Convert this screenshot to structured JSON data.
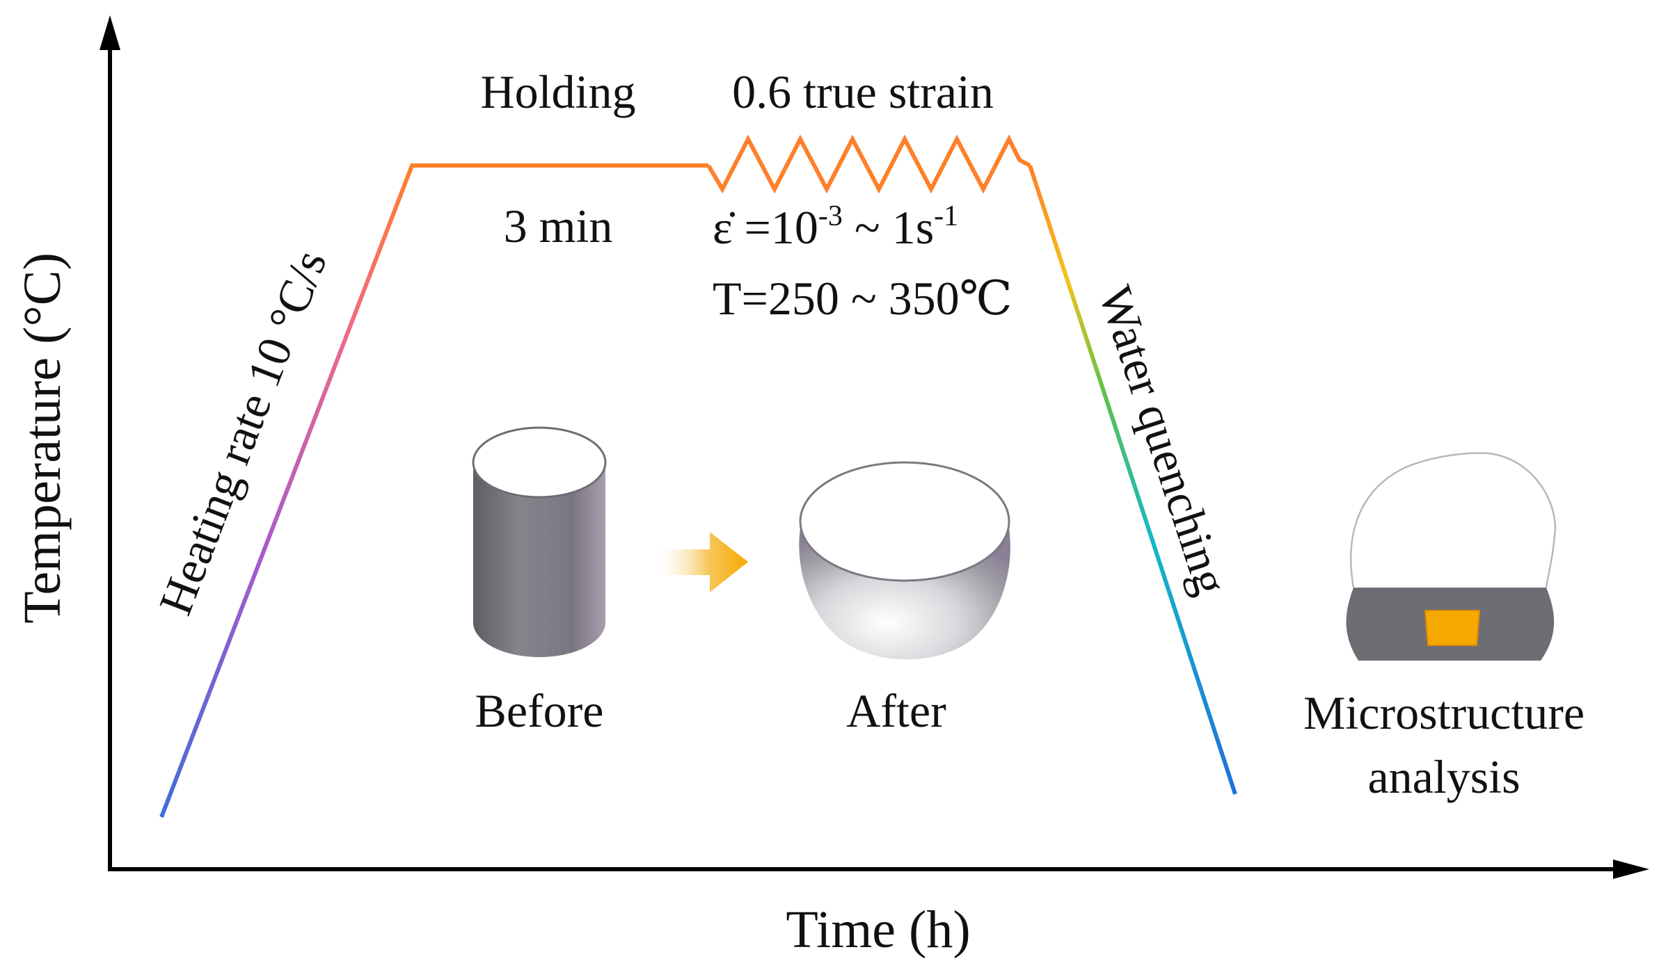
{
  "axes": {
    "y_label": "Temperature (°C)",
    "x_label": "Time (h)"
  },
  "stages": {
    "heating": "Heating rate 10 °C/s",
    "holding_title": "Holding",
    "holding_time": "3 min",
    "deformation_title": "0.6 true strain",
    "strain_rate": {
      "symbol": "ε̇ =10",
      "exp1": "-3",
      "mid": " ~ 1s",
      "exp2": "-1"
    },
    "temperature": "T=250 ~ 350℃",
    "quenching": "Water quenching"
  },
  "specimens": {
    "before": "Before",
    "after": "After",
    "analysis_line1": "Microstructure",
    "analysis_line2": "analysis"
  },
  "colors": {
    "profile_orange": "#ff7f2a",
    "heating_start": "#4a7bd8",
    "heating_mid": "#b45fc8",
    "quench_end": "#1e7fd8",
    "specimen_gray": "#6d6d74",
    "highlight_orange": "#f5a900",
    "axis": "#000000"
  }
}
